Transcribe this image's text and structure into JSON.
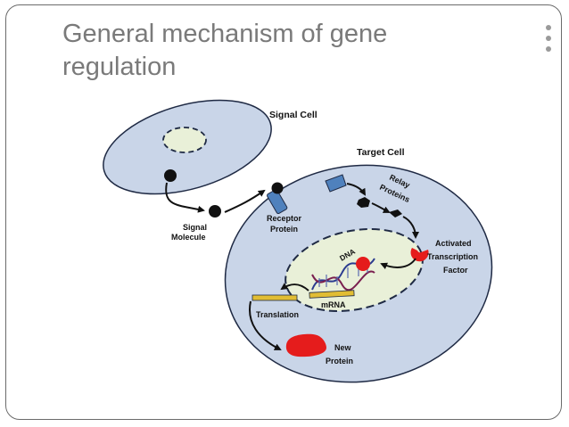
{
  "slide": {
    "title_line1": "General mechanism of gene",
    "title_line2": "regulation"
  },
  "diagram": {
    "signal_cell": "Signal Cell",
    "target_cell": "Target Cell",
    "signal_molecule_1": "Signal",
    "signal_molecule_2": "Molecule",
    "receptor_1": "Receptor",
    "receptor_2": "Protein",
    "relay": "Relay Proteins",
    "relay_1": "Relay",
    "relay_2": "Proteins",
    "activated_1": "Activated",
    "activated_2": "Transcription",
    "activated_3": "Factor",
    "dna": "DNA",
    "mrna": "mRNA",
    "translation": "Translation",
    "new_protein_1": "New",
    "new_protein_2": "Protein"
  },
  "colors": {
    "cell_fill": "#c9d5e8",
    "nucleus_fill": "#e9f0d8",
    "receptor": "#4f81bd",
    "protein_red": "#e51c1c",
    "mrna_yellow": "#e1bd33",
    "outline": "#1f2a44"
  }
}
